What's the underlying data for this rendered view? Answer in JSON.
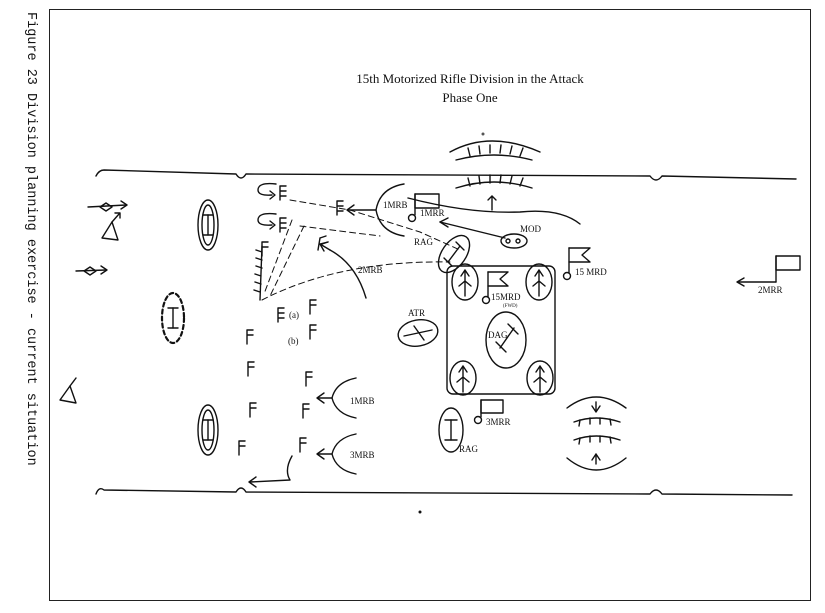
{
  "caption": "Figure 23 Division planning exercise - current situation",
  "diagram": {
    "title_line1": "15th Motorized Rifle Division in the Attack",
    "title_line2": "Phase One",
    "labels": {
      "mrb1_top": "1MRB",
      "mrr1": "1MRR",
      "rag_top": "RAG",
      "mod": "MOD",
      "mrb2": "2MRB",
      "mrd_hq": "15 MRD",
      "mrd_fwd": "15MRD",
      "fwd": "(FWD)",
      "mrr2": "2MRR",
      "atr": "ATR",
      "dag": "DAG",
      "mark_a": "(a)",
      "mark_b": "(b)",
      "mrb1_bottom": "1MRB",
      "mrb3": "3MRB",
      "mrr3": "3MRR",
      "rag_bottom": "RAG"
    }
  }
}
